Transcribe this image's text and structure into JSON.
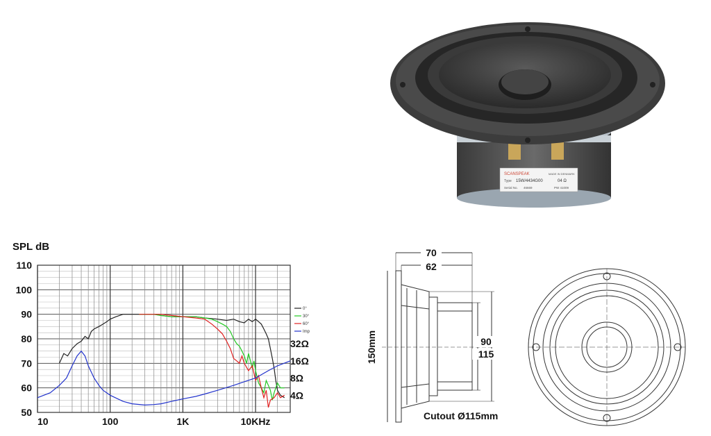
{
  "product": {
    "label_brand": "SCANSPEAK",
    "label_made": "MADE IN DENMARK",
    "label_type_prefix": "Type",
    "label_model": "15W/4434G00",
    "label_ohm": "04 Ω",
    "label_serial_prefix": "Serial No.",
    "label_serial": "46669",
    "label_pw": "PW 41009"
  },
  "chart_data": {
    "type": "line",
    "title": "SPL dB",
    "xscale": "log",
    "xlim": [
      10,
      30000
    ],
    "ylim": [
      50,
      110
    ],
    "x_ticks": [
      {
        "v": 10,
        "t": "10"
      },
      {
        "v": 100,
        "t": "100"
      },
      {
        "v": 1000,
        "t": "1K"
      },
      {
        "v": 10000,
        "t": "10KHz"
      }
    ],
    "y_ticks": [
      50,
      60,
      70,
      80,
      90,
      100,
      110
    ],
    "impedance_labels": [
      {
        "y": 78,
        "t": "32Ω"
      },
      {
        "y": 71,
        "t": "16Ω"
      },
      {
        "y": 64,
        "t": "8Ω"
      },
      {
        "y": 57,
        "t": "4Ω"
      }
    ],
    "legend_position": "right",
    "series": [
      {
        "name": "0°",
        "color": "#222222",
        "points": [
          [
            20,
            70
          ],
          [
            23,
            74
          ],
          [
            26,
            73
          ],
          [
            30,
            76
          ],
          [
            35,
            78
          ],
          [
            40,
            79
          ],
          [
            45,
            81
          ],
          [
            50,
            80
          ],
          [
            55,
            83
          ],
          [
            60,
            84
          ],
          [
            70,
            85
          ],
          [
            80,
            86
          ],
          [
            90,
            87
          ],
          [
            100,
            88
          ],
          [
            120,
            89
          ],
          [
            150,
            90
          ],
          [
            200,
            90
          ],
          [
            300,
            90
          ],
          [
            400,
            90
          ],
          [
            500,
            89.5
          ],
          [
            700,
            89
          ],
          [
            1000,
            89
          ],
          [
            1500,
            89
          ],
          [
            2000,
            88.5
          ],
          [
            3000,
            88
          ],
          [
            4000,
            87.5
          ],
          [
            5000,
            88
          ],
          [
            6000,
            87
          ],
          [
            7000,
            86.5
          ],
          [
            8000,
            88
          ],
          [
            9000,
            87
          ],
          [
            10000,
            88
          ],
          [
            11000,
            87
          ],
          [
            12000,
            86
          ],
          [
            13000,
            84
          ],
          [
            14000,
            82
          ],
          [
            15000,
            80
          ],
          [
            16000,
            76
          ],
          [
            17000,
            72
          ],
          [
            18000,
            68
          ],
          [
            19000,
            63
          ],
          [
            20000,
            59
          ],
          [
            22000,
            57
          ],
          [
            25000,
            56
          ]
        ]
      },
      {
        "name": "30°",
        "color": "#22c922",
        "points": [
          [
            250,
            90
          ],
          [
            300,
            90
          ],
          [
            400,
            90
          ],
          [
            500,
            89.5
          ],
          [
            700,
            89
          ],
          [
            1000,
            89
          ],
          [
            1500,
            89
          ],
          [
            2000,
            88.5
          ],
          [
            2500,
            88
          ],
          [
            3000,
            87
          ],
          [
            3500,
            86
          ],
          [
            4000,
            85
          ],
          [
            4500,
            83
          ],
          [
            5000,
            80
          ],
          [
            5500,
            78
          ],
          [
            6000,
            77
          ],
          [
            6500,
            75
          ],
          [
            7000,
            73
          ],
          [
            7500,
            70
          ],
          [
            8000,
            74
          ],
          [
            8500,
            71
          ],
          [
            9000,
            68
          ],
          [
            9500,
            71
          ],
          [
            10000,
            67
          ],
          [
            11000,
            62
          ],
          [
            12000,
            60
          ],
          [
            13000,
            58
          ],
          [
            14000,
            63
          ],
          [
            15000,
            61
          ],
          [
            16000,
            59
          ],
          [
            17000,
            55
          ],
          [
            18000,
            58
          ],
          [
            20000,
            62
          ],
          [
            22000,
            60
          ],
          [
            25000,
            60
          ]
        ]
      },
      {
        "name": "60°",
        "color": "#e02020",
        "points": [
          [
            250,
            90
          ],
          [
            300,
            90
          ],
          [
            400,
            90
          ],
          [
            500,
            90
          ],
          [
            700,
            89.5
          ],
          [
            1000,
            89
          ],
          [
            1500,
            88.5
          ],
          [
            2000,
            88
          ],
          [
            2500,
            86
          ],
          [
            3000,
            84
          ],
          [
            3500,
            82
          ],
          [
            4000,
            79
          ],
          [
            4500,
            76
          ],
          [
            5000,
            72
          ],
          [
            5500,
            71
          ],
          [
            6000,
            70
          ],
          [
            6500,
            73
          ],
          [
            7000,
            70
          ],
          [
            8000,
            67
          ],
          [
            9000,
            69
          ],
          [
            10000,
            63
          ],
          [
            11000,
            65
          ],
          [
            12000,
            60
          ],
          [
            13000,
            56
          ],
          [
            14000,
            59
          ],
          [
            15000,
            52
          ],
          [
            16000,
            55
          ],
          [
            18000,
            56
          ],
          [
            20000,
            58
          ],
          [
            22000,
            56
          ],
          [
            25000,
            57
          ]
        ]
      },
      {
        "name": "Imp",
        "color": "#2233cc",
        "points": [
          [
            10,
            56
          ],
          [
            15,
            58
          ],
          [
            20,
            61
          ],
          [
            25,
            64
          ],
          [
            30,
            69
          ],
          [
            35,
            73
          ],
          [
            40,
            75
          ],
          [
            45,
            73
          ],
          [
            50,
            69
          ],
          [
            60,
            64
          ],
          [
            70,
            61
          ],
          [
            80,
            59
          ],
          [
            100,
            57
          ],
          [
            150,
            54.5
          ],
          [
            200,
            53.5
          ],
          [
            300,
            53
          ],
          [
            400,
            53.2
          ],
          [
            500,
            53.5
          ],
          [
            700,
            54.5
          ],
          [
            1000,
            55.5
          ],
          [
            1500,
            56.5
          ],
          [
            2000,
            57.5
          ],
          [
            3000,
            59
          ],
          [
            5000,
            61
          ],
          [
            7000,
            62.5
          ],
          [
            10000,
            64
          ],
          [
            15000,
            67
          ],
          [
            20000,
            69
          ],
          [
            30000,
            71
          ]
        ]
      }
    ]
  },
  "dimensions": {
    "depth": "70",
    "depth_magnet": "62",
    "height": "150mm",
    "magnet_dia": "90",
    "basket_dia": "115",
    "cutout": "Cutout Ø115mm"
  }
}
